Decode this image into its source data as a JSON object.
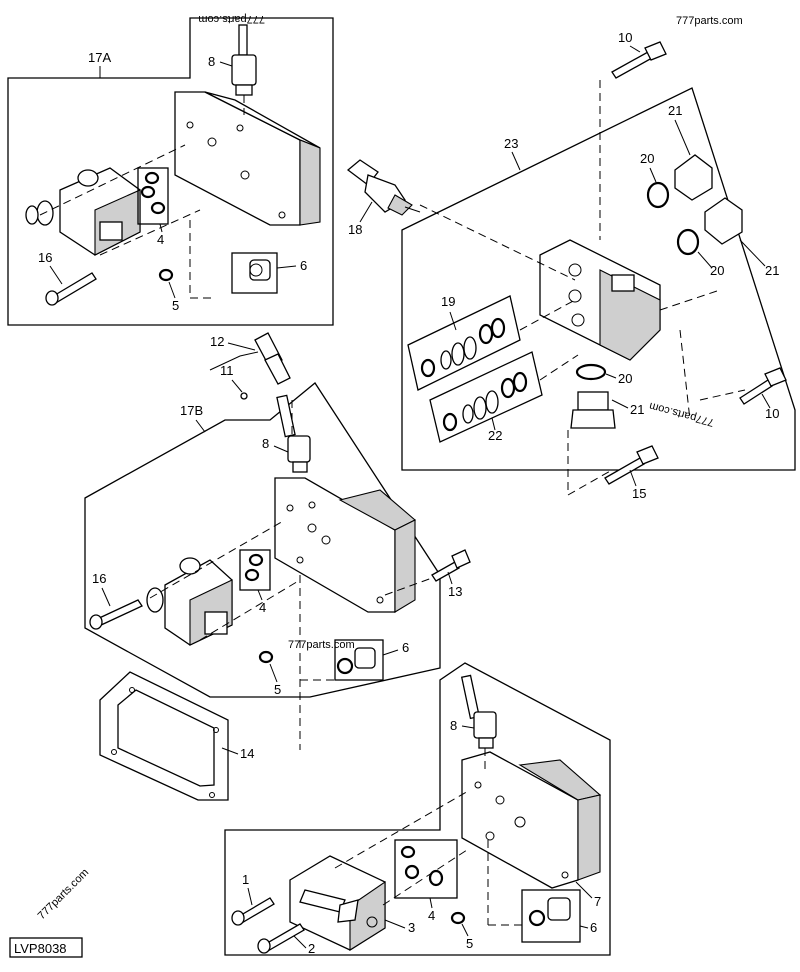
{
  "figure_code": "LVP8038",
  "watermark": "777parts.com",
  "callouts": {
    "n1": "1",
    "n2": "2",
    "n3": "3",
    "n4": "4",
    "n5": "5",
    "n6": "6",
    "n7": "7",
    "n8": "8",
    "n10": "10",
    "n11": "11",
    "n12": "12",
    "n13": "13",
    "n14": "14",
    "n15": "15",
    "n16": "16",
    "n17a": "17A",
    "n17b": "17B",
    "n18": "18",
    "n19": "19",
    "n20": "20",
    "n21": "21",
    "n22": "22",
    "n23": "23"
  }
}
